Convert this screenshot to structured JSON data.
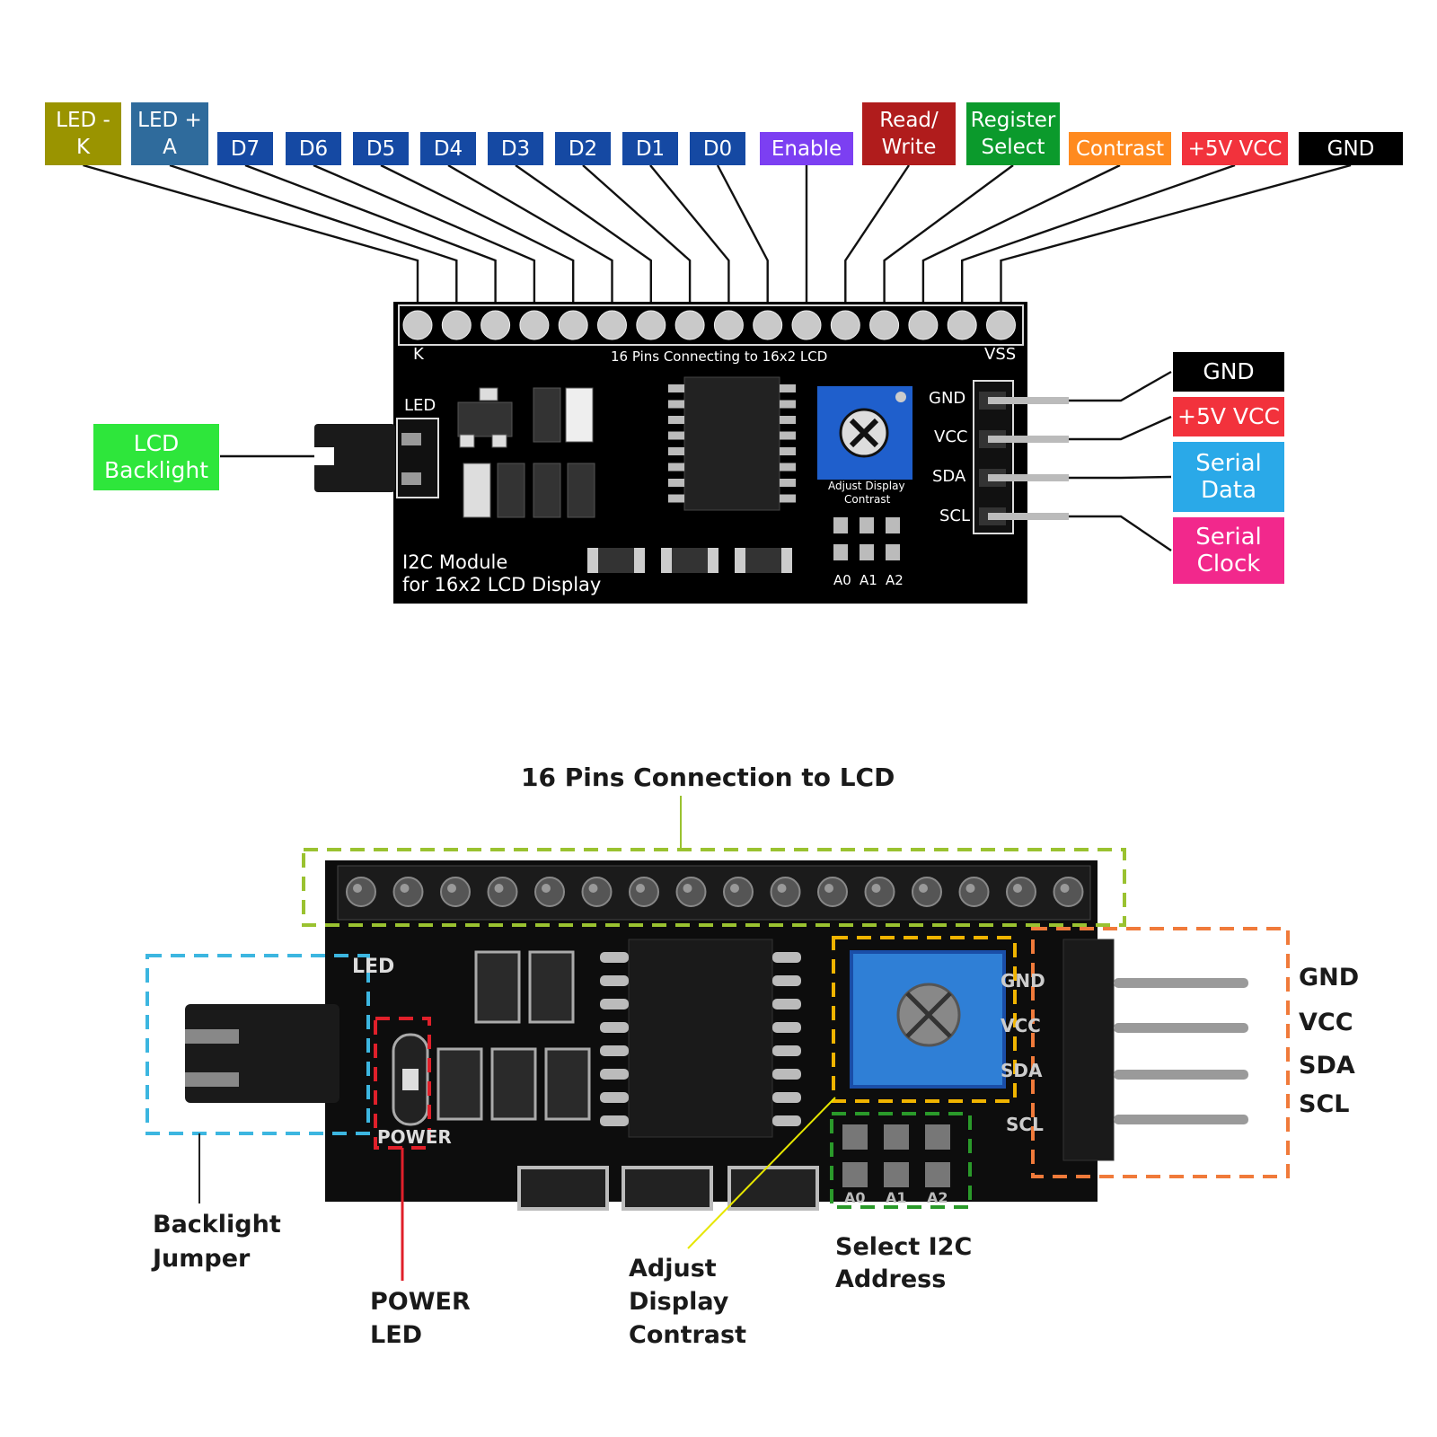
{
  "top_labels": [
    {
      "id": "led-k",
      "lines": [
        "LED -",
        "K"
      ],
      "color": "#9a9400"
    },
    {
      "id": "led-a",
      "lines": [
        "LED +",
        "A"
      ],
      "color": "#2f6b9c"
    },
    {
      "id": "d7",
      "lines": [
        "D7"
      ],
      "color": "#1549a3"
    },
    {
      "id": "d6",
      "lines": [
        "D6"
      ],
      "color": "#1549a3"
    },
    {
      "id": "d5",
      "lines": [
        "D5"
      ],
      "color": "#1549a3"
    },
    {
      "id": "d4",
      "lines": [
        "D4"
      ],
      "color": "#1549a3"
    },
    {
      "id": "d3",
      "lines": [
        "D3"
      ],
      "color": "#1549a3"
    },
    {
      "id": "d2",
      "lines": [
        "D2"
      ],
      "color": "#1549a3"
    },
    {
      "id": "d1",
      "lines": [
        "D1"
      ],
      "color": "#1549a3"
    },
    {
      "id": "d0",
      "lines": [
        "D0"
      ],
      "color": "#1549a3"
    },
    {
      "id": "enable",
      "lines": [
        "Enable"
      ],
      "color": "#7c3ff2"
    },
    {
      "id": "read-write",
      "lines": [
        "Read/",
        "Write"
      ],
      "color": "#b01c1c"
    },
    {
      "id": "register-select",
      "lines": [
        "Register",
        "Select"
      ],
      "color": "#0b9a2c"
    },
    {
      "id": "contrast",
      "lines": [
        "Contrast"
      ],
      "color": "#ff8a1f"
    },
    {
      "id": "vcc-5v",
      "lines": [
        "+5V VCC"
      ],
      "color": "#f2323c"
    },
    {
      "id": "gnd",
      "lines": [
        "GND"
      ],
      "color": "#000000"
    }
  ],
  "right_labels": [
    {
      "id": "gnd",
      "lines": [
        "GND"
      ],
      "color": "#000000"
    },
    {
      "id": "vcc-5v",
      "lines": [
        "+5V VCC"
      ],
      "color": "#f2323c"
    },
    {
      "id": "serial-data",
      "lines": [
        "Serial",
        "Data"
      ],
      "color": "#2aa9e8"
    },
    {
      "id": "serial-clock",
      "lines": [
        "Serial",
        "Clock"
      ],
      "color": "#f2288c"
    }
  ],
  "left_label": {
    "lines": [
      "LCD",
      "Backlight"
    ],
    "color": "#2ee63b"
  },
  "board_top": {
    "pin_k": "K",
    "pin_vss": "VSS",
    "pins_caption": "16 Pins Connecting to 16x2 LCD",
    "led": "LED",
    "header_pins": [
      "GND",
      "VCC",
      "SDA",
      "SCL"
    ],
    "pot_caption": [
      "Adjust Display",
      "Contrast"
    ],
    "addr": [
      "A0",
      "A1",
      "A2"
    ],
    "title": [
      "I2C Module",
      "for 16x2 LCD Display"
    ]
  },
  "photo": {
    "pins_title": "16 Pins Connection to LCD",
    "side_pins": [
      "GND",
      "VCC",
      "SDA",
      "SCL"
    ],
    "board_print": [
      "LED",
      "GND",
      "VCC",
      "SDA",
      "SCL",
      "POWER",
      "A0",
      "A1",
      "A2"
    ],
    "captions": {
      "backlight": [
        "Backlight",
        "Jumper"
      ],
      "power": [
        "POWER",
        "LED"
      ],
      "contrast": [
        "Adjust",
        "Display",
        "Contrast"
      ],
      "address": [
        "Select I2C",
        "Address"
      ]
    },
    "colors": {
      "pins": "#9ac230",
      "backlight": "#3cb6e0",
      "power": "#e0202a",
      "contrast": "#f0b400",
      "address": "#2a9a2a",
      "side": "#f07a3a",
      "pot": "#2f7fd6"
    }
  }
}
